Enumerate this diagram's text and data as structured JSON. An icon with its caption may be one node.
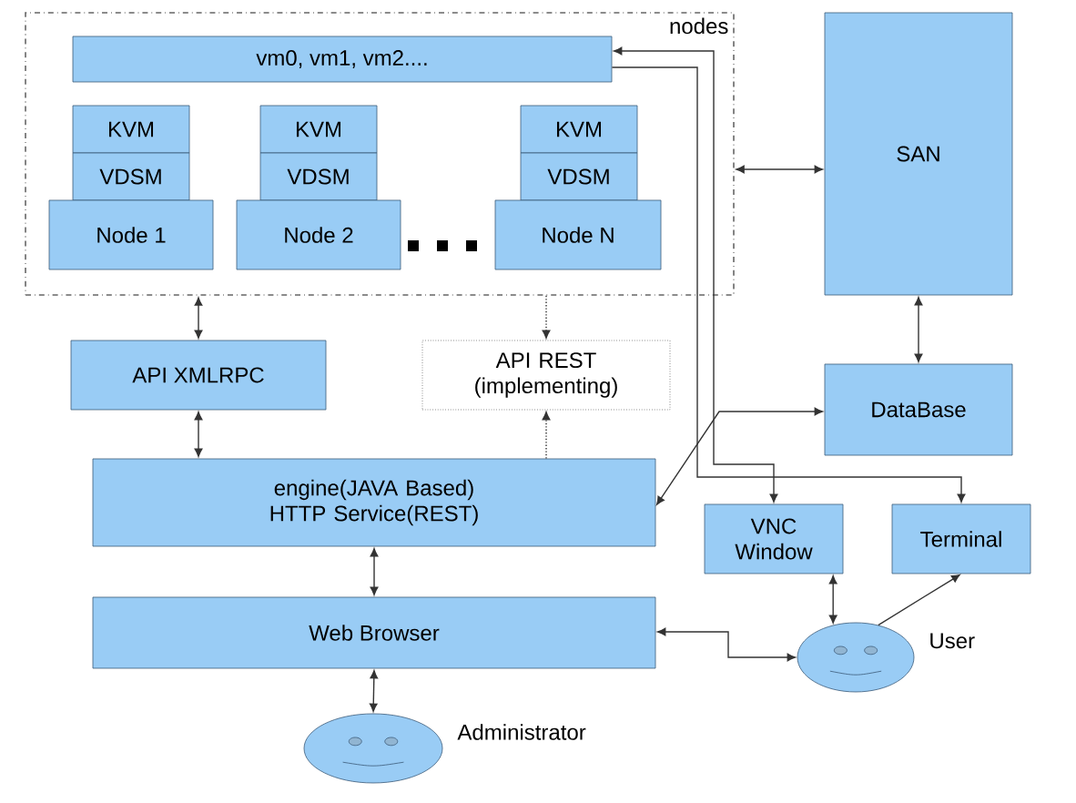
{
  "diagram": {
    "nodes": [
      {
        "text": [
          "nodes"
        ]
      },
      {
        "text": [
          "vm0, vm1, vm2...."
        ],
        "in": 0
      },
      {
        "text": [
          "KVM"
        ],
        "in": 0
      },
      {
        "text": [
          "VDSM"
        ],
        "in": 0
      },
      {
        "text": [
          "Node 1"
        ],
        "in": 0
      },
      {
        "text": [
          "KVM"
        ],
        "in": 0
      },
      {
        "text": [
          "VDSM"
        ],
        "in": 0
      },
      {
        "text": [
          "Node 2"
        ],
        "in": 0
      },
      {
        "text": [
          "KVM"
        ],
        "in": 0
      },
      {
        "text": [
          "VDSM"
        ],
        "in": 0
      },
      {
        "text": [
          "Node N"
        ],
        "in": 0
      },
      {
        "text": [
          "SAN"
        ]
      },
      {
        "text": [
          "API XMLRPC"
        ]
      },
      {
        "text": [
          "API REST (implementing)"
        ]
      },
      {
        "text": [
          "DataBase"
        ]
      },
      {
        "text": [
          "engine(JAVA Based) HTTP Service(REST)"
        ]
      },
      {
        "text": [
          "VNC Window"
        ]
      },
      {
        "text": [
          "Terminal"
        ]
      },
      {
        "text": [
          "Web Browser"
        ]
      },
      {
        "text": [],
        "shape": "person",
        "beside": [
          "User"
        ]
      },
      {
        "text": [],
        "shape": "person",
        "beside": [
          "Administrator"
        ]
      }
    ],
    "edges": [
      {
        "from": 0,
        "to": 11,
        "arrow": "both"
      },
      {
        "from": 0,
        "to": 12,
        "arrow": "both"
      },
      {
        "from": 0,
        "to": 13,
        "arrow": "to",
        "style": "dashed"
      },
      {
        "from": 15,
        "to": 12,
        "arrow": "both"
      },
      {
        "from": 15,
        "to": 13,
        "arrow": "to",
        "style": "dashed"
      },
      {
        "from": 11,
        "to": 14,
        "arrow": "both"
      },
      {
        "from": 15,
        "to": 14,
        "arrow": "both"
      },
      {
        "from": 1,
        "to": 16,
        "arrow": "both"
      },
      {
        "from": 1,
        "to": 17,
        "arrow": "to"
      },
      {
        "from": 15,
        "to": 18,
        "arrow": "both"
      },
      {
        "from": 18,
        "to": 19,
        "arrow": "both"
      },
      {
        "from": 19,
        "to": 16,
        "arrow": "both"
      },
      {
        "from": 19,
        "to": 17,
        "arrow": "to"
      },
      {
        "from": 18,
        "to": 20,
        "arrow": "both"
      }
    ]
  }
}
